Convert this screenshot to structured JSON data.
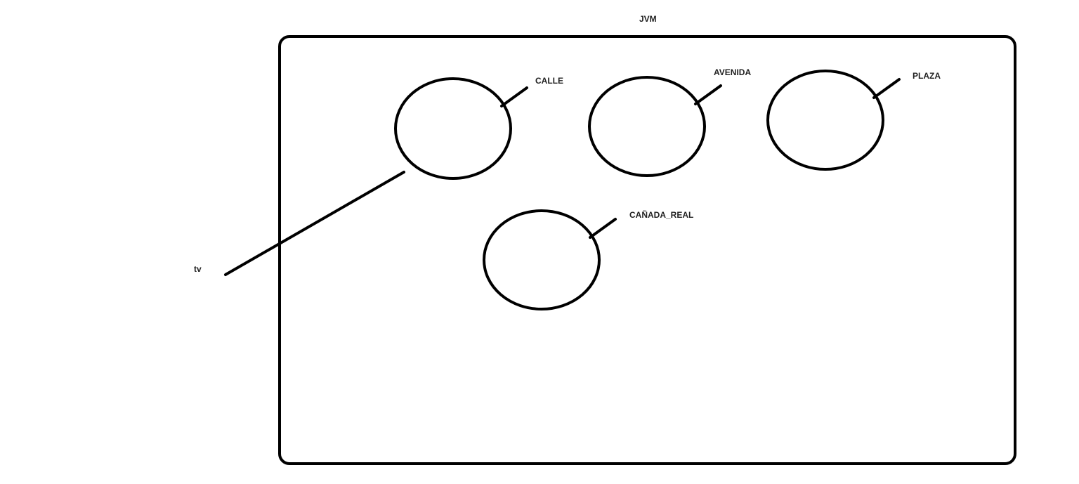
{
  "diagram": {
    "container_label": "JVM",
    "external_label": "tv",
    "objects": [
      {
        "id": "calle",
        "label": "CALLE"
      },
      {
        "id": "avenida",
        "label": "AVENIDA"
      },
      {
        "id": "plaza",
        "label": "PLAZA"
      },
      {
        "id": "canada_real",
        "label": "CAÑADA_REAL"
      }
    ],
    "ink_color": "#000000"
  }
}
